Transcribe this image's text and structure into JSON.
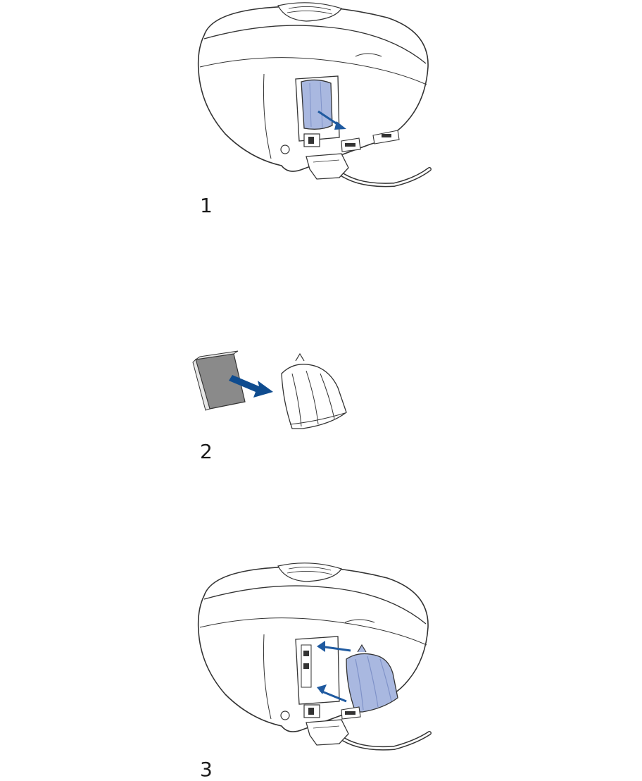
{
  "colors": {
    "line": "#333333",
    "device_fill": "#ffffff",
    "cover_fill": "#a9b8e0",
    "cover_shade": "#8d9fd3",
    "arrow": "#1f5aa0",
    "arrow_dark": "#0f4c8f",
    "filter_front": "#8a8a8a",
    "filter_side": "#e6e6e6"
  },
  "steps": [
    {
      "number": "1",
      "icon": "device-remove-cover-illustration"
    },
    {
      "number": "2",
      "icon": "insert-filter-into-cover-illustration"
    },
    {
      "number": "3",
      "icon": "device-attach-cover-illustration"
    }
  ]
}
